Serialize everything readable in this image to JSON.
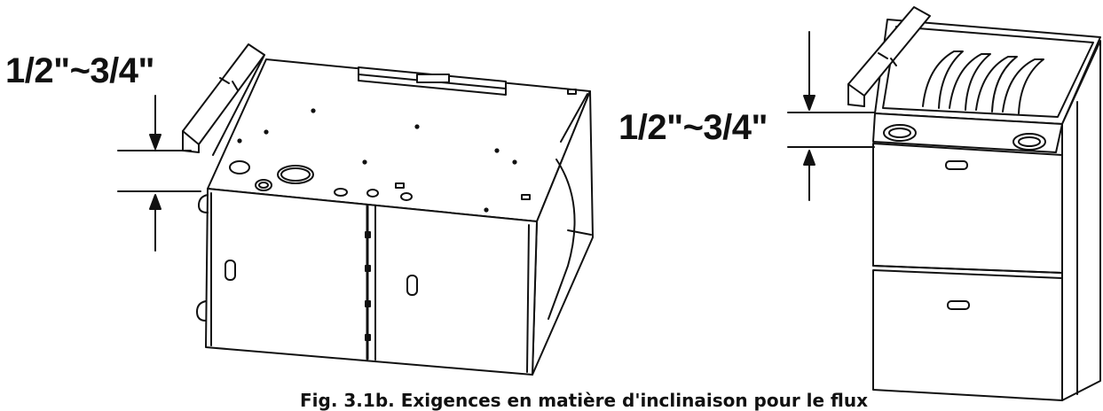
{
  "labels": {
    "dimension_left": "1/2\"~3/4\"",
    "dimension_right": "1/2\"~3/4\"",
    "caption": "Fig. 3.1b. Exigences en matière d'inclinaison pour le flux"
  },
  "colors": {
    "line": "#111111",
    "background": "#ffffff"
  }
}
